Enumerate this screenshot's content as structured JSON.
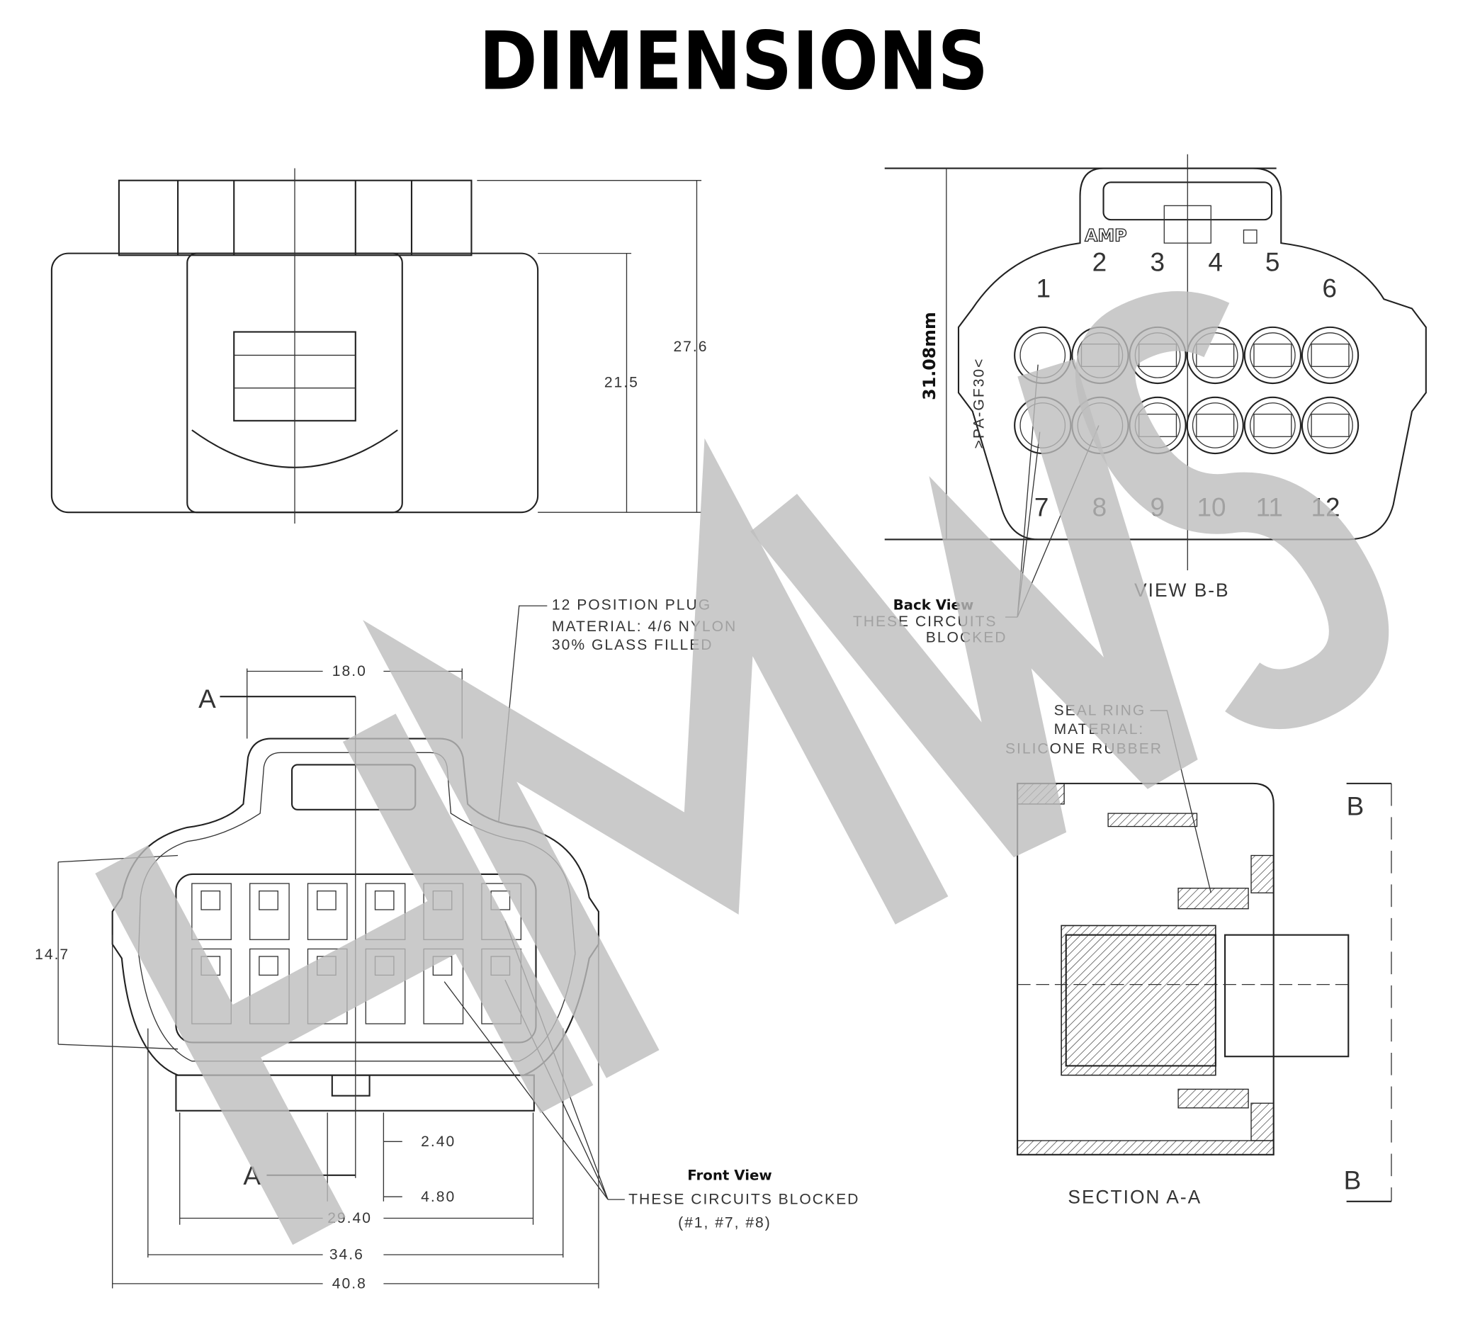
{
  "title": "DIMENSIONS",
  "watermark": "HMWS",
  "side_view": {
    "dim_overall": "27.6",
    "dim_body": "21.5"
  },
  "view_bb": {
    "label": "VIEW B-B",
    "height_dim": "31.08mm",
    "brand": "AMP",
    "material_mark": ">PA-GF30<",
    "top_numbers": [
      "1",
      "2",
      "3",
      "4",
      "5",
      "6"
    ],
    "bottom_numbers": [
      "7",
      "8",
      "9",
      "10",
      "11",
      "12"
    ],
    "note_title": "Back View",
    "note_line1": "THESE CIRCUITS",
    "note_line2": "BLOCKED"
  },
  "front_view": {
    "plug_note": [
      "12 POSITION PLUG",
      "MATERIAL: 4/6 NYLON",
      "30% GLASS FILLED"
    ],
    "section_mark": "A",
    "dims": {
      "top": "18.0",
      "left": "14.7",
      "d240": "2.40",
      "d480": "4.80",
      "d2940": "29.40",
      "d346": "34.6",
      "d408": "40.8"
    },
    "note_title": "Front View",
    "note_line1": "THESE CIRCUITS BLOCKED",
    "note_line2": "(#1, #7, #8)"
  },
  "section_aa": {
    "label": "SECTION A-A",
    "section_mark": "B",
    "seal_note": [
      "SEAL RING",
      "MATERIAL:",
      "SILICONE RUBBER"
    ]
  }
}
